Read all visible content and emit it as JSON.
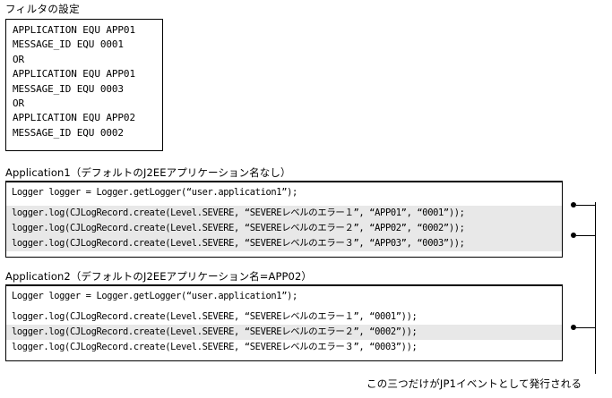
{
  "figure": {
    "filter": {
      "title": "フィルタの設定",
      "lines": [
        "APPLICATION EQU APP01",
        "MESSAGE_ID EQU 0001",
        "OR",
        "APPLICATION EQU APP01",
        "MESSAGE_ID EQU 0003",
        "OR",
        "APPLICATION EQU APP02",
        "MESSAGE_ID EQU 0002"
      ]
    },
    "application1": {
      "heading": "Application1（デフォルトのJ2EEアプリケーション名なし）",
      "lines": [
        {
          "text": "Logger logger = Logger.getLogger(“user.application1”);",
          "highlighted": false,
          "bullet": false
        },
        {
          "text": "logger.log(CJLogRecord.create(Level.SEVERE, “SEVEREレベルのエラー１”, “APP01”, “0001”));",
          "highlighted": true,
          "bullet": true
        },
        {
          "text": "logger.log(CJLogRecord.create(Level.SEVERE, “SEVEREレベルのエラー２”, “APP02”, “0002”));",
          "highlighted": true,
          "bullet": false
        },
        {
          "text": "logger.log(CJLogRecord.create(Level.SEVERE, “SEVEREレベルのエラー３”, “APP03”, “0003”));",
          "highlighted": true,
          "bullet": true
        }
      ]
    },
    "application2": {
      "heading": "Application2（デフォルトのJ2EEアプリケーション名=APP02）",
      "lines": [
        {
          "text": "Logger logger = Logger.getLogger(“user.application1”);",
          "highlighted": false,
          "bullet": false
        },
        {
          "text": "logger.log(CJLogRecord.create(Level.SEVERE, “SEVEREレベルのエラー１”, “0001”));",
          "highlighted": false,
          "bullet": false
        },
        {
          "text": "logger.log(CJLogRecord.create(Level.SEVERE, “SEVEREレベルのエラー２”, “0002”));",
          "highlighted": true,
          "bullet": true
        },
        {
          "text": "logger.log(CJLogRecord.create(Level.SEVERE, “SEVEREレベルのエラー３”, “0003”));",
          "highlighted": false,
          "bullet": false
        }
      ]
    },
    "caption": "この三つだけがJP1イベントとして発行される",
    "colors": {
      "line": "#000000",
      "highlight": "#e8e8e8",
      "background": "#ffffff"
    }
  }
}
